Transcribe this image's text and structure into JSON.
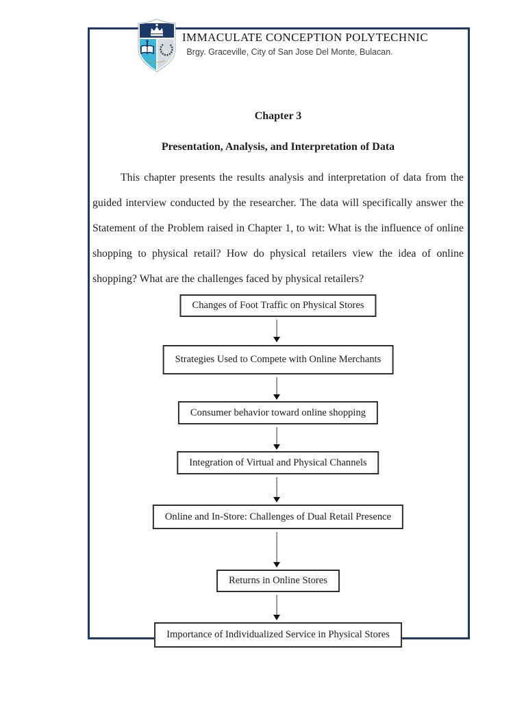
{
  "header": {
    "school_name": "IMMACULATE CONCEPTION POLYTECHNIC",
    "school_address": "Brgy. Graceville, City of San Jose Del Monte, Bulacan."
  },
  "page": {
    "chapter_title": "Chapter 3",
    "chapter_subtitle": "Presentation, Analysis, and Interpretation of Data",
    "paragraph": "This chapter presents the results analysis and interpretation of data from the guided interview conducted by the researcher. The data will specifically answer the Statement of the Problem raised in Chapter 1, to wit: What is the influence of online shopping to physical retail? How do physical retailers view the idea of online shopping? What are the challenges faced by physical retailers?"
  },
  "flowchart": {
    "boxes": [
      {
        "label": "Changes of Foot Traffic on Physical Stores"
      },
      {
        "label": "Strategies Used to Compete with Online Merchants"
      },
      {
        "label": "Consumer behavior toward online shopping"
      },
      {
        "label": "Integration of Virtual and Physical Channels"
      },
      {
        "label": "Online and In-Store: Challenges of Dual Retail Presence"
      },
      {
        "label": "Returns in Online Stores"
      },
      {
        "label": "Importance of Individualized Service in Physical Stores"
      }
    ]
  },
  "colors": {
    "page_border": "#1f3864",
    "box_border": "#2e2e2e",
    "arrow_head": "#111111",
    "text": "#1f1f1f",
    "logo_navy": "#1c3a66",
    "logo_cyan": "#3cb6d9",
    "logo_gray": "#d8dce1"
  }
}
